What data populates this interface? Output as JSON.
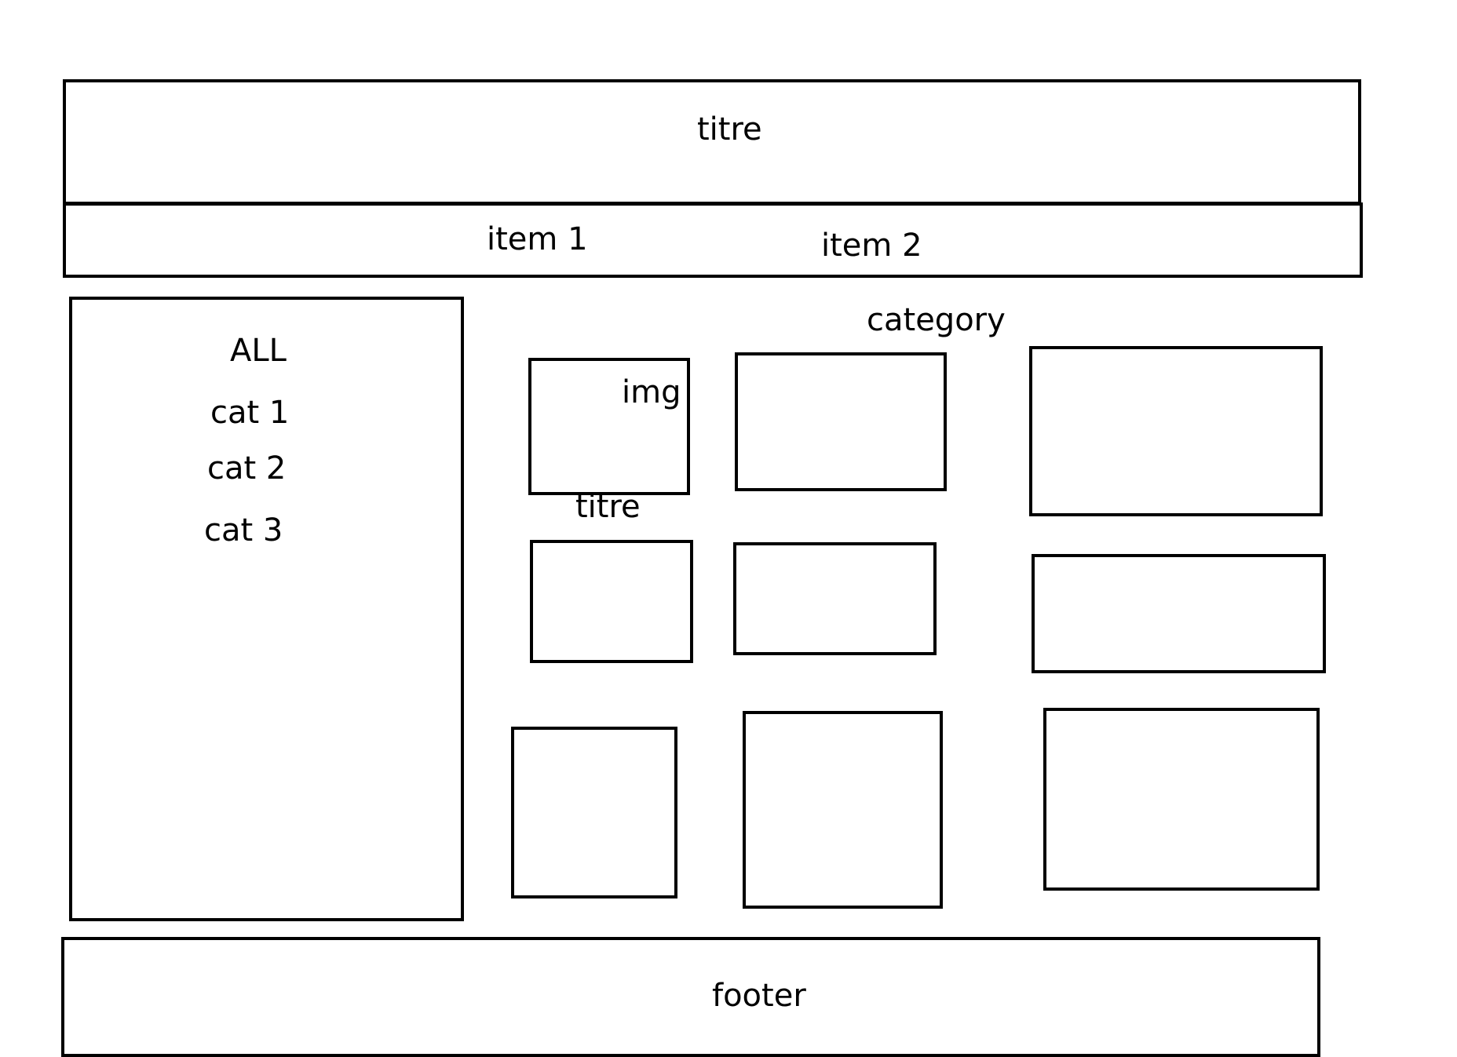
{
  "header": {
    "title": "titre"
  },
  "nav": {
    "items": [
      {
        "label": "item 1"
      },
      {
        "label": "item 2"
      }
    ]
  },
  "sidebar": {
    "items": [
      {
        "label": "ALL"
      },
      {
        "label": "cat 1"
      },
      {
        "label": "cat 2"
      },
      {
        "label": "cat 3"
      }
    ]
  },
  "main": {
    "heading": "category",
    "card_image_label": "img",
    "card_title_label": "titre"
  },
  "footer": {
    "label": "footer"
  }
}
